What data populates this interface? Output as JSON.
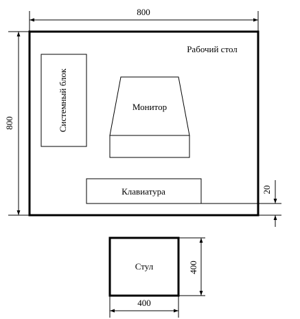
{
  "labels": {
    "desk": "Рабочий стол",
    "system_unit": "Системный блок",
    "monitor": "Монитор",
    "keyboard": "Клавиатура",
    "chair": "Стул"
  },
  "dimensions": {
    "desk_width": "800",
    "desk_height": "800",
    "keyboard_offset": "20",
    "chair_height": "400",
    "chair_width": "400"
  },
  "colors": {
    "line": "#000000",
    "background": "#ffffff"
  }
}
